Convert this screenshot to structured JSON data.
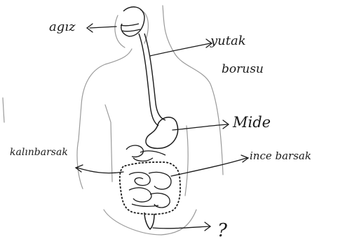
{
  "diagram": {
    "labels": {
      "mouth": "agız",
      "esophagus_line1": "yutak",
      "esophagus_line2": "borusu",
      "stomach": "Mide",
      "large_intestine": "kalınbarsak",
      "small_intestine": "ince barsak",
      "anus": "?"
    },
    "colors": {
      "ink": "#1a1a1a",
      "outline": "#9a9a9a",
      "paper": "#ffffff"
    }
  }
}
